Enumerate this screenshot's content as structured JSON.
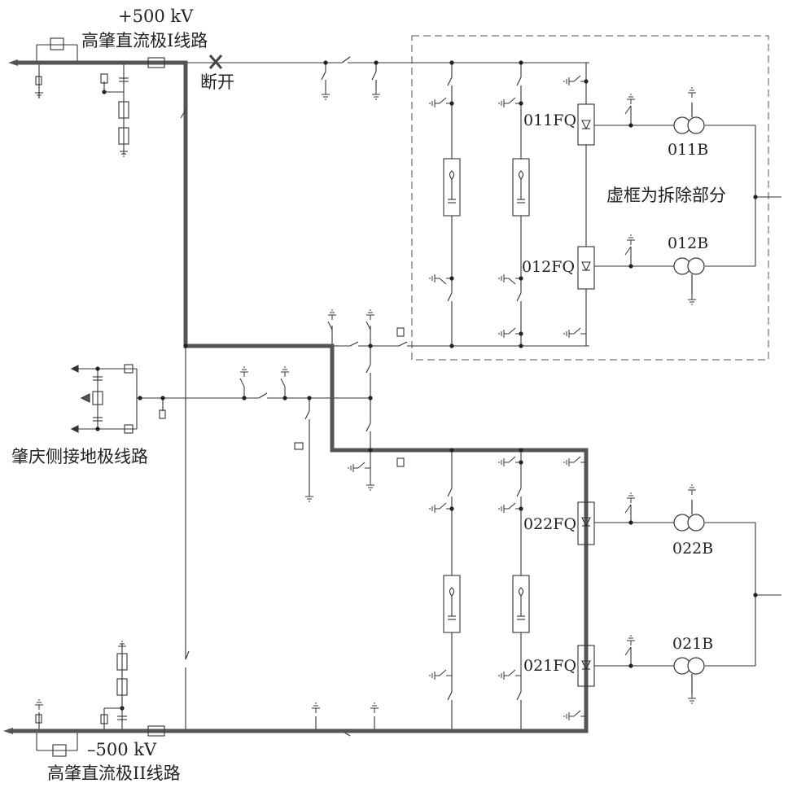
{
  "labels": {
    "pole1_voltage": "+500 kV",
    "pole1_line": "高肇直流极I线路",
    "disconnect": "断开",
    "pole2_voltage": "–500 kV",
    "pole2_line": "高肇直流极II线路",
    "electrode_line": "肇庆侧接地极线路",
    "dashed_note": "虚框为拆除部分",
    "v011fq": "011FQ",
    "v012fq": "012FQ",
    "v022fq": "022FQ",
    "v021fq": "021FQ",
    "t011b": "011B",
    "t012b": "012B",
    "t022b": "022B",
    "t021b": "021B"
  },
  "colors": {
    "line": "#333333",
    "thick": "#555555",
    "dash": "#555555",
    "text": "#222222"
  }
}
